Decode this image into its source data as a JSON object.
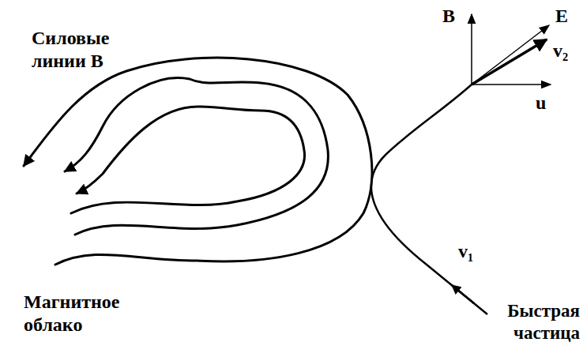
{
  "diagram": {
    "labels": [
      "Силовые линии B",
      "Магнитное облако",
      "Быстрая частица",
      "B",
      "E",
      "v₂",
      "u",
      "v₁"
    ]
  }
}
